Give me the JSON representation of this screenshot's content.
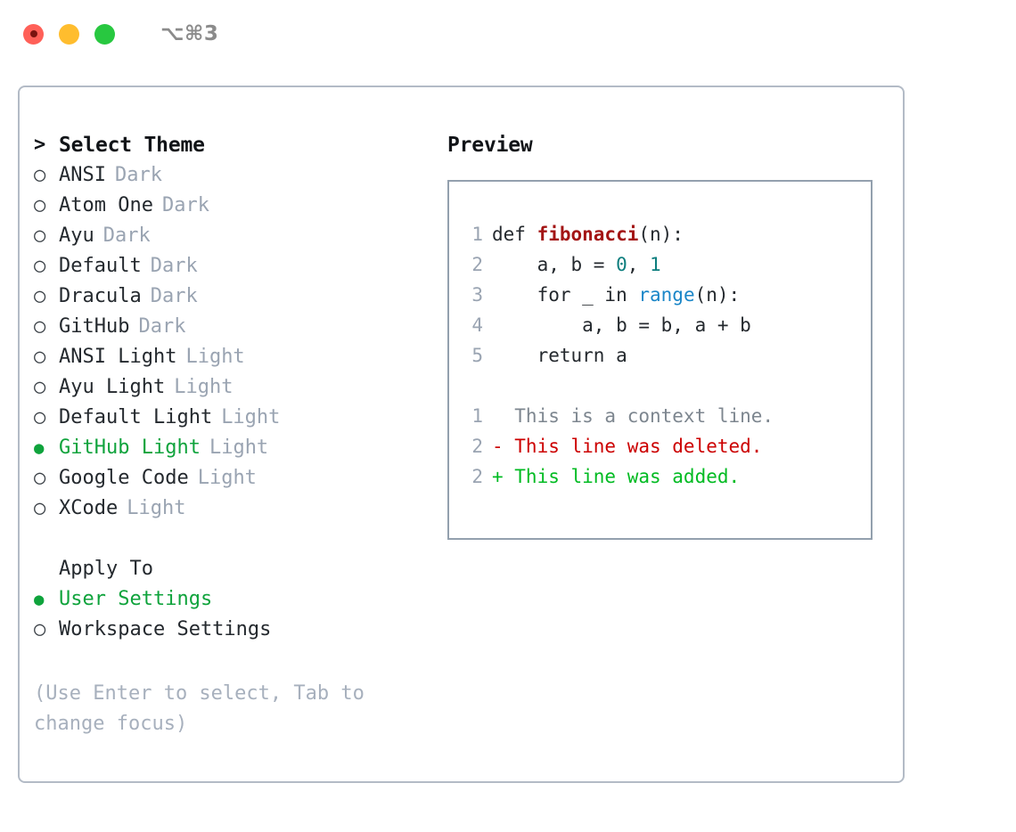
{
  "window": {
    "shortcut_label": "⌥⌘3",
    "traffic_lights": {
      "close": "close-button",
      "minimize": "minimize-button",
      "maximize": "maximize-button"
    },
    "colors": {
      "close": "#ff6058",
      "minimize": "#ffbd2e",
      "maximize": "#28c840",
      "accent_green": "#0fa33c",
      "muted": "#9aa4b2",
      "border": "#b3bbc6",
      "preview_border": "#93a0ae"
    }
  },
  "theme_picker": {
    "heading": "Select Theme",
    "heading_marker": ">",
    "marker_unselected": "○",
    "marker_selected": "●",
    "items": [
      {
        "name": "ANSI",
        "variant": "Dark",
        "selected": false
      },
      {
        "name": "Atom One",
        "variant": "Dark",
        "selected": false
      },
      {
        "name": "Ayu",
        "variant": "Dark",
        "selected": false
      },
      {
        "name": "Default",
        "variant": "Dark",
        "selected": false
      },
      {
        "name": "Dracula",
        "variant": "Dark",
        "selected": false
      },
      {
        "name": "GitHub",
        "variant": "Dark",
        "selected": false
      },
      {
        "name": "ANSI Light",
        "variant": "Light",
        "selected": false
      },
      {
        "name": "Ayu Light",
        "variant": "Light",
        "selected": false
      },
      {
        "name": "Default Light",
        "variant": "Light",
        "selected": false
      },
      {
        "name": "GitHub Light",
        "variant": "Light",
        "selected": true
      },
      {
        "name": "Google Code",
        "variant": "Light",
        "selected": false
      },
      {
        "name": "XCode",
        "variant": "Light",
        "selected": false
      }
    ]
  },
  "apply_to": {
    "heading": "Apply To",
    "items": [
      {
        "name": "User Settings",
        "selected": true
      },
      {
        "name": "Workspace Settings",
        "selected": false
      }
    ]
  },
  "hint": "(Use Enter to select, Tab to change focus)",
  "preview": {
    "title": "Preview",
    "code_lines": [
      {
        "number": "1",
        "tokens": [
          {
            "text": "def ",
            "type": "plain"
          },
          {
            "text": "fibonacci",
            "type": "fn"
          },
          {
            "text": "(n):",
            "type": "plain"
          }
        ]
      },
      {
        "number": "2",
        "tokens": [
          {
            "text": "    a, b = ",
            "type": "plain"
          },
          {
            "text": "0",
            "type": "num"
          },
          {
            "text": ", ",
            "type": "plain"
          },
          {
            "text": "1",
            "type": "num"
          }
        ]
      },
      {
        "number": "3",
        "tokens": [
          {
            "text": "    for _ in ",
            "type": "plain"
          },
          {
            "text": "range",
            "type": "builtin"
          },
          {
            "text": "(n):",
            "type": "plain"
          }
        ]
      },
      {
        "number": "4",
        "tokens": [
          {
            "text": "        a, b = b, a + b",
            "type": "plain"
          }
        ]
      },
      {
        "number": "5",
        "tokens": [
          {
            "text": "    return a",
            "type": "plain"
          }
        ]
      }
    ],
    "diff_lines": [
      {
        "number": "1",
        "text": "  This is a context line.",
        "kind": "context"
      },
      {
        "number": "2",
        "text": "- This line was deleted.",
        "kind": "deleted"
      },
      {
        "number": "2",
        "text": "+ This line was added.",
        "kind": "added"
      }
    ]
  }
}
